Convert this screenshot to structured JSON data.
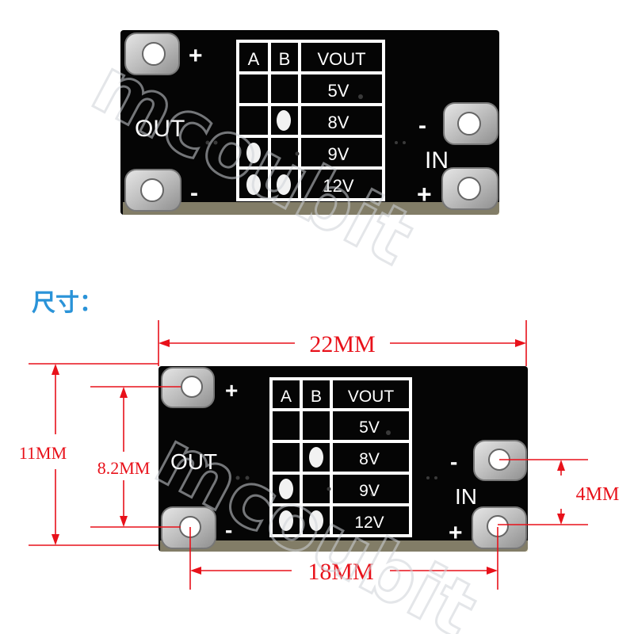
{
  "watermark": "mcoubit",
  "board": {
    "out_label": "OUT",
    "in_label": "IN",
    "plus": "+",
    "minus": "-",
    "table_headers": [
      "A",
      "B",
      "VOUT"
    ],
    "voltages": [
      "5V",
      "8V",
      "9V",
      "12V"
    ]
  },
  "dimensions": {
    "title": "尺寸：",
    "length": "22MM",
    "height": "11MM",
    "out_pitch": "8.2MM",
    "in_pitch": "4MM",
    "pad_span": "18MM"
  },
  "colors": {
    "pcb": "#050505",
    "pad": "#c9c9c9",
    "silkscreen": "#ffffff",
    "dimension": "#e8111a",
    "title": "#2a93d8"
  }
}
